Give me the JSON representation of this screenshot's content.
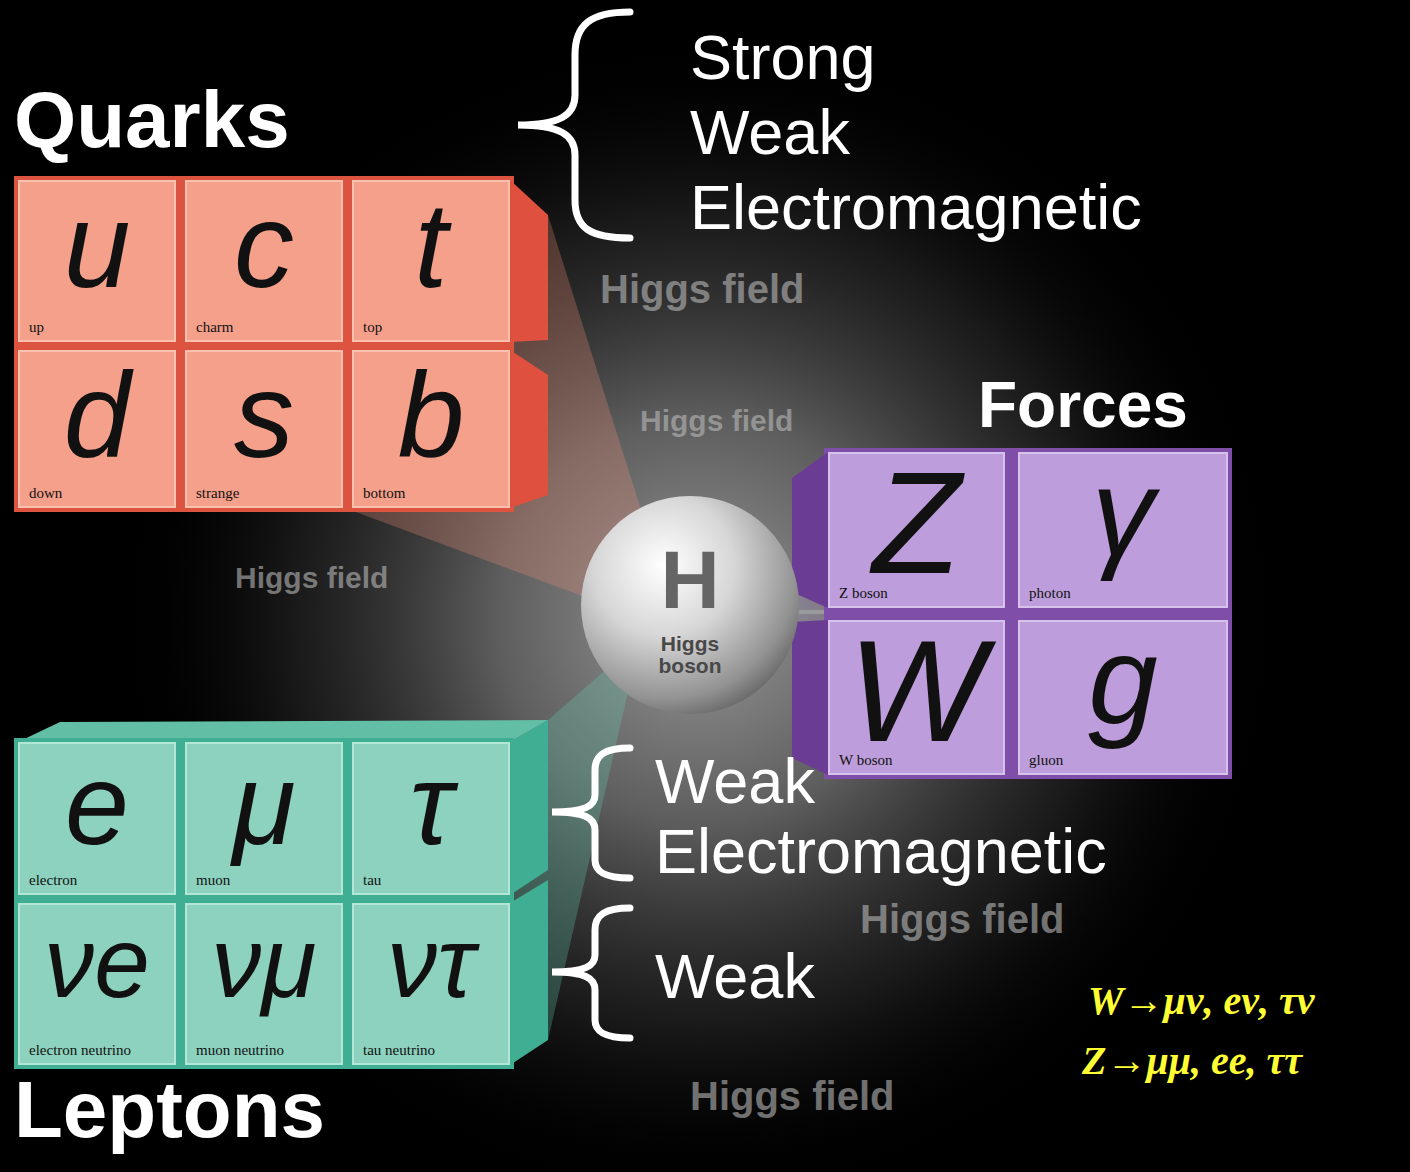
{
  "diagram": {
    "nodes": [
      {
        "text": [
          "u",
          "up"
        ]
      },
      {
        "text": [
          "c",
          "charm"
        ]
      },
      {
        "text": [
          "t",
          "top"
        ]
      },
      {
        "text": [
          "d",
          "down"
        ]
      },
      {
        "text": [
          "s",
          "strange"
        ]
      },
      {
        "text": [
          "b",
          "bottom"
        ]
      },
      {
        "text": [
          "H",
          "Higgs boson"
        ]
      },
      {
        "text": [
          "Z",
          "Z boson"
        ]
      },
      {
        "text": [
          "γ",
          "photon"
        ]
      },
      {
        "text": [
          "W",
          "W boson"
        ]
      },
      {
        "text": [
          "g",
          "gluon"
        ]
      },
      {
        "text": [
          "e",
          "electron"
        ]
      },
      {
        "text": [
          "μ",
          "muon"
        ]
      },
      {
        "text": [
          "τ",
          "tau"
        ]
      },
      {
        "text": [
          "νe",
          "electron neutrino"
        ]
      },
      {
        "text": [
          "νμ",
          "muon neutrino"
        ]
      },
      {
        "text": [
          "ντ",
          "tau neutrino"
        ]
      }
    ],
    "labels": [
      "Quarks",
      "Strong",
      "Weak",
      "Electromagnetic",
      "Forces",
      "Weak",
      "Electromagnetic",
      "Weak",
      "W→μν, eν, τν",
      "Z→μμ, ee, ττ",
      "Leptons",
      "Higgs field",
      "Higgs field",
      "Higgs field",
      "Higgs field",
      "Higgs field"
    ]
  }
}
